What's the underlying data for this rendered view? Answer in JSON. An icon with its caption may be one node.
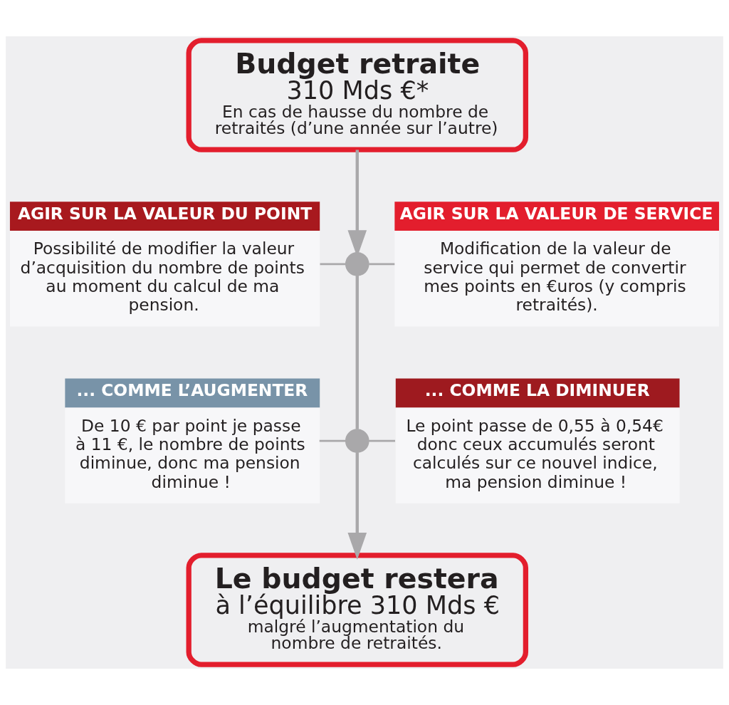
{
  "diagram": {
    "nodes": [
      {
        "text": [
          "Budget retraite",
          "310 Mds €*",
          "En cas de hausse du nombre de retraités (d’une année sur l’autre)"
        ]
      },
      {
        "text": [
          "AGIR SUR LA VALEUR DU POINT",
          "Possibilité de modifier la valeur d’acquisition du nombre de points au moment du calcul de ma pension."
        ]
      },
      {
        "text": [],
        "shape": "circle"
      },
      {
        "text": [
          "AGIR SUR LA VALEUR DE SERVICE",
          "Modification de la valeur de service qui permet de convertir mes points en €uros (y compris retraités)."
        ]
      },
      {
        "text": [
          "... COMME L’AUGMENTER",
          "De 10 € par point je passe à 11 €, le nombre de points diminue, donc ma pension diminue !"
        ]
      },
      {
        "text": [],
        "shape": "circle"
      },
      {
        "text": [
          "... COMME LA DIMINUER",
          "Le point passe de 0,55 à 0,54€ donc ceux accumulés seront calculés sur ce nouvel indice, ma pension diminue !"
        ]
      },
      {
        "text": [
          "Le budget restera",
          "à l’équilibre 310 Mds €",
          "malgré l’augmentation du nombre de retraités."
        ]
      }
    ],
    "edges": [
      {
        "from": 0,
        "to": 2,
        "arrow": "to"
      },
      {
        "from": 1,
        "to": 2,
        "arrow": "none"
      },
      {
        "from": 2,
        "to": 3,
        "arrow": "none"
      },
      {
        "from": 2,
        "to": 5,
        "arrow": "none"
      },
      {
        "from": 4,
        "to": 5,
        "arrow": "none"
      },
      {
        "from": 5,
        "to": 6,
        "arrow": "none"
      },
      {
        "from": 5,
        "to": 7,
        "arrow": "to"
      }
    ]
  }
}
